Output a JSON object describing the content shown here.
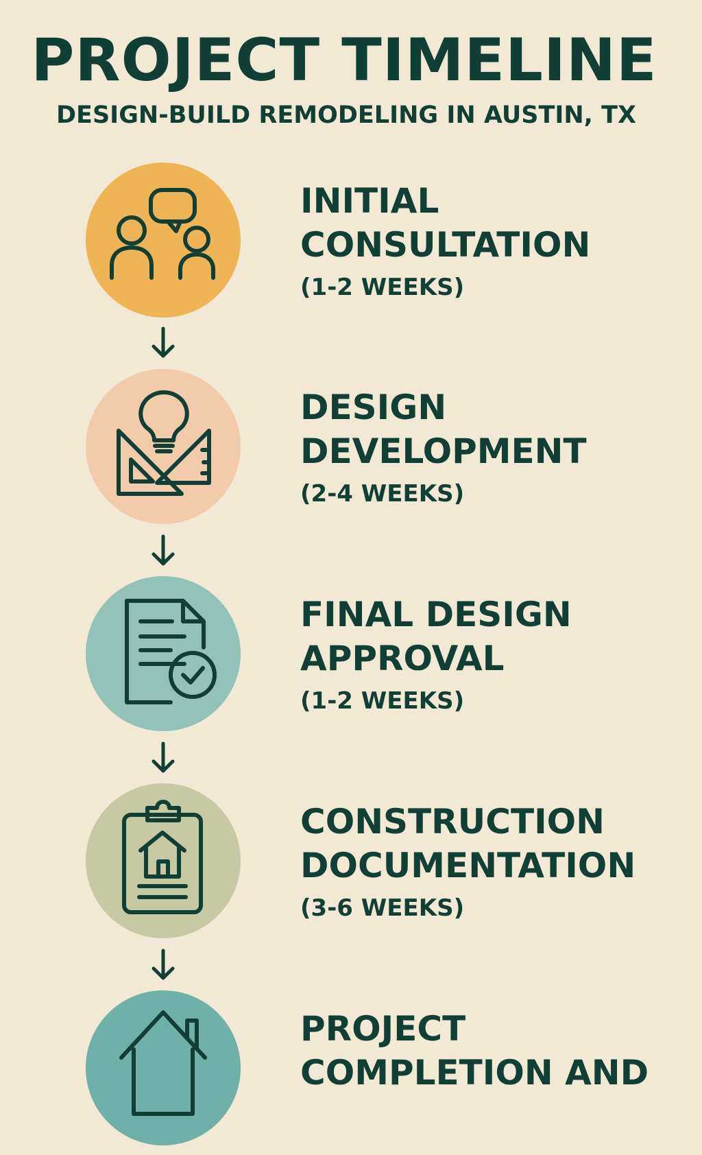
{
  "header": {
    "title": "PROJECT TIMELINE",
    "subtitle": "DESIGN-BUILD REMODELING IN AUSTIN, TX"
  },
  "steps": [
    {
      "title": "INITIAL\nCONSULTATION",
      "duration": "(1-2 WEEKS)",
      "icon": "consultation-people-chat-icon",
      "color": "#efb456"
    },
    {
      "title": "DESIGN\nDEVELOPMENT",
      "duration": "(2-4 WEEKS)",
      "icon": "lightbulb-set-square-icon",
      "color": "#f2cbaa"
    },
    {
      "title": "FINAL DESIGN\nAPPROVAL",
      "duration": "(1-2 WEEKS)",
      "icon": "document-check-icon",
      "color": "#93c2b9"
    },
    {
      "title": "CONSTRUCTION\nDOCUMENTATION",
      "duration": "(3-6 WEEKS)",
      "icon": "clipboard-house-icon",
      "color": "#c6c9a1"
    },
    {
      "title": "PROJECT\nCOMPLETION AND",
      "duration": "",
      "icon": "house-icon",
      "color": "#6fb0a8"
    }
  ],
  "colors": {
    "background": "#f2e8d6",
    "text": "#113f35"
  }
}
